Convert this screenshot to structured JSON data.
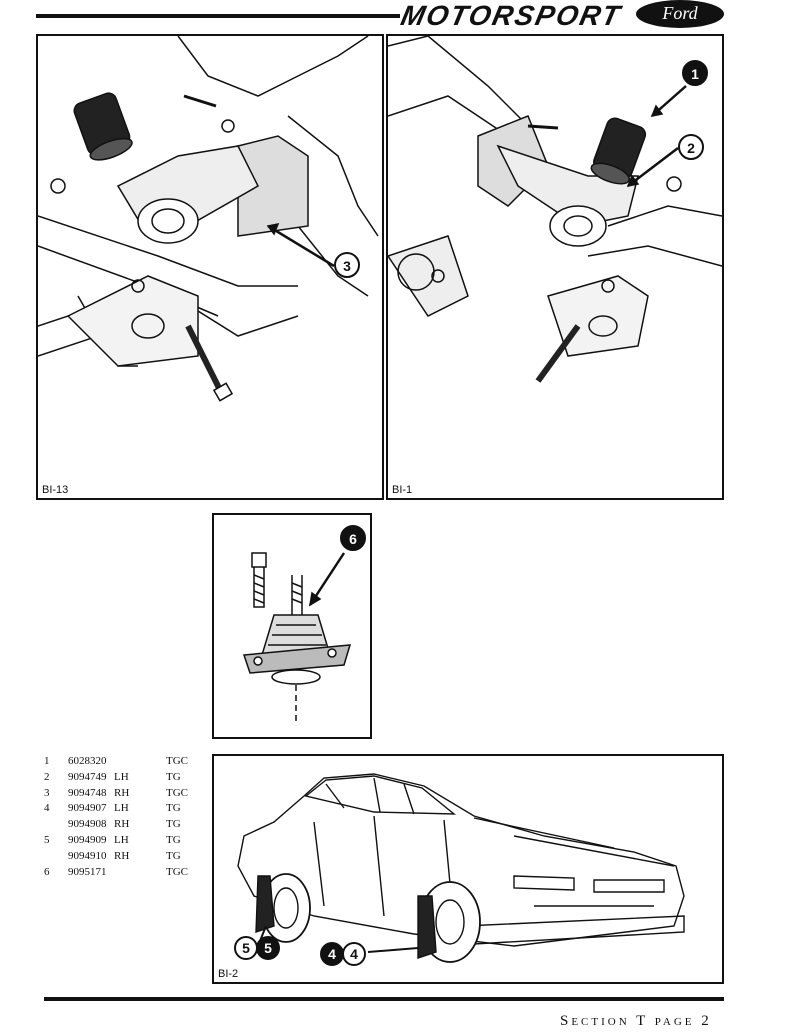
{
  "header": {
    "brand": "MOTORSPORT",
    "logo_text": "Ford"
  },
  "figures": [
    {
      "label": "BI-13",
      "callouts": [
        "3"
      ]
    },
    {
      "label": "BI-1",
      "callouts": [
        "1",
        "2"
      ]
    },
    {
      "label": "",
      "callouts": [
        "6"
      ]
    },
    {
      "label": "BI-2",
      "callouts": [
        "5",
        "5",
        "4",
        "4"
      ]
    }
  ],
  "parts_list": [
    {
      "num": "1",
      "part": "6028320",
      "side": "",
      "code": "TGC"
    },
    {
      "num": "2",
      "part": "9094749",
      "side": "LH",
      "code": "TG"
    },
    {
      "num": "3",
      "part": "9094748",
      "side": "RH",
      "code": "TGC"
    },
    {
      "num": "4",
      "part": "9094907",
      "side": "LH",
      "code": "TG"
    },
    {
      "num": "",
      "part": "9094908",
      "side": "RH",
      "code": "TG"
    },
    {
      "num": "5",
      "part": "9094909",
      "side": "LH",
      "code": "TG"
    },
    {
      "num": "",
      "part": "9094910",
      "side": "RH",
      "code": "TG"
    },
    {
      "num": "6",
      "part": "9095171",
      "side": "",
      "code": "TGC"
    }
  ],
  "footer": {
    "page_label": "Section T  page 2"
  },
  "colors": {
    "ink": "#111111",
    "paper": "#ffffff"
  }
}
